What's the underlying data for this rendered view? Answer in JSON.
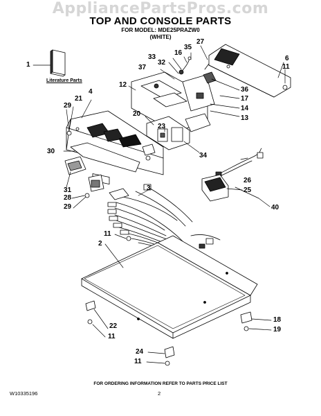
{
  "watermark": "AppliancePartsPros.com",
  "title": "TOP AND CONSOLE PARTS",
  "model_line1": "FOR MODEL: MDE25PRAZW0",
  "model_line2": "(WHITE)",
  "literature_label": "Literature Parts",
  "footer_note": "FOR ORDERING INFORMATION REFER TO PARTS PRICE LIST",
  "doc_number": "W10335196",
  "page_number": "2",
  "callouts": {
    "c1": "1",
    "c2": "2",
    "c3": "3",
    "c4": "4",
    "c6": "6",
    "c11a": "11",
    "c11b": "11",
    "c11c": "11",
    "c11d": "11",
    "c12": "12",
    "c13": "13",
    "c14": "14",
    "c16": "16",
    "c17": "17",
    "c18": "18",
    "c19": "19",
    "c20": "20",
    "c21": "21",
    "c22": "22",
    "c23": "23",
    "c24": "24",
    "c25": "25",
    "c26": "26",
    "c27": "27",
    "c28": "28",
    "c29a": "29",
    "c29b": "29",
    "c30": "30",
    "c31": "31",
    "c32": "32",
    "c33": "33",
    "c34": "34",
    "c35": "35",
    "c36": "36",
    "c37": "37",
    "c40": "40"
  }
}
